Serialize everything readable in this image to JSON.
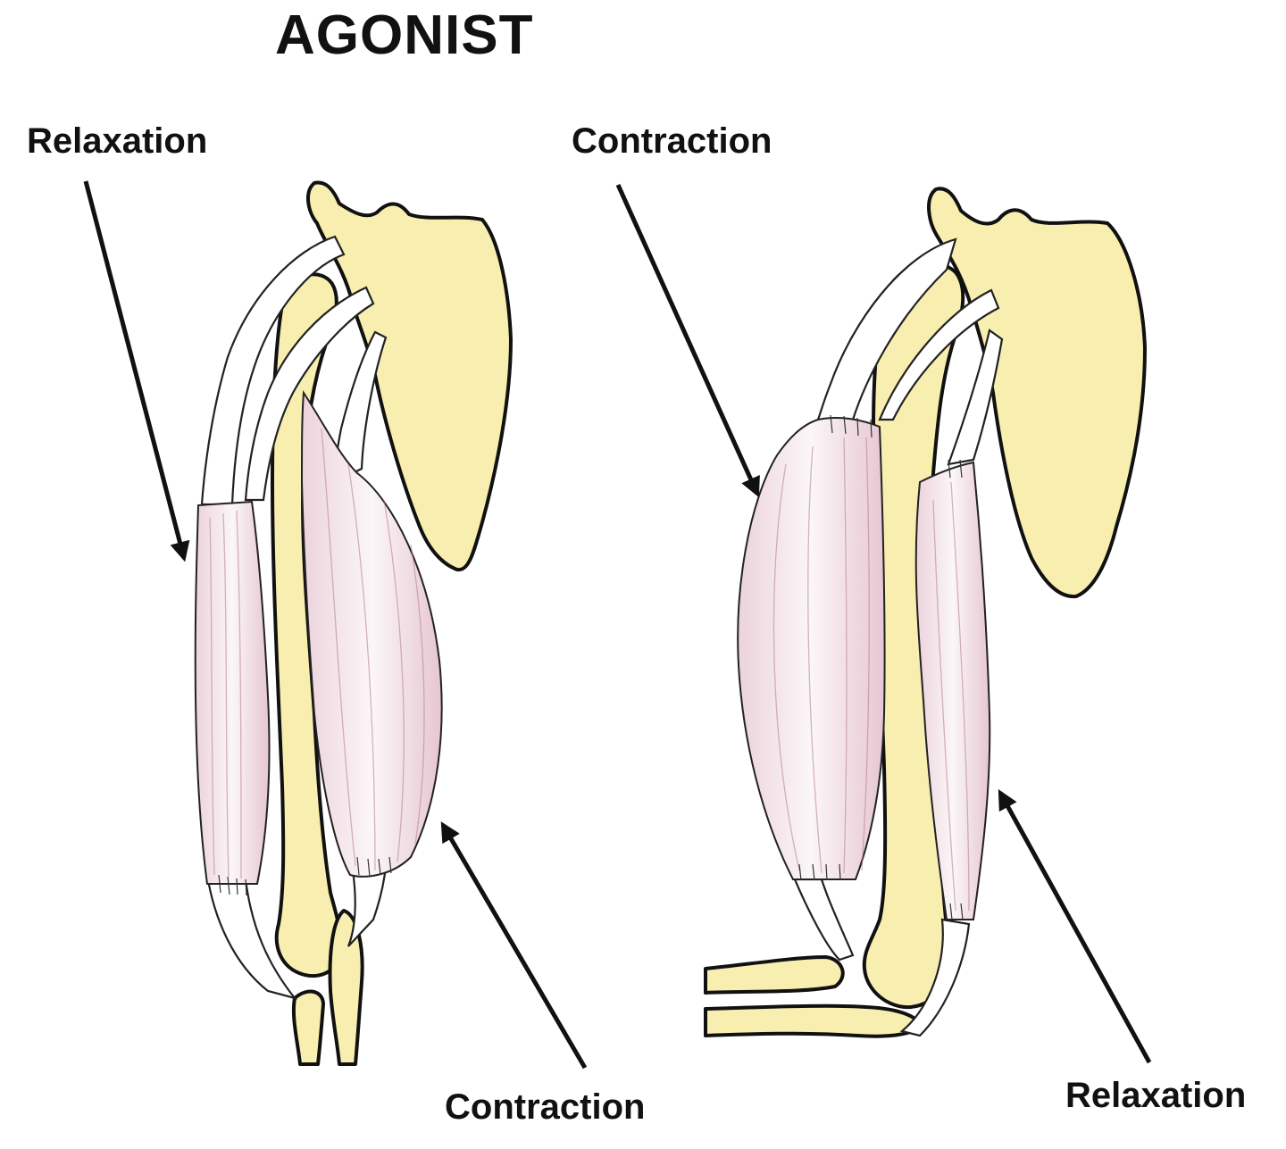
{
  "title": "AGONIST",
  "left_arm": {
    "top_label": "Relaxation",
    "bottom_label": "Contraction"
  },
  "right_arm": {
    "top_label": "Contraction",
    "bottom_label": "Relaxation"
  },
  "colors": {
    "bone": "#f8eeaf",
    "muscle_tint": "#b57a8e",
    "outline": "#111111"
  }
}
